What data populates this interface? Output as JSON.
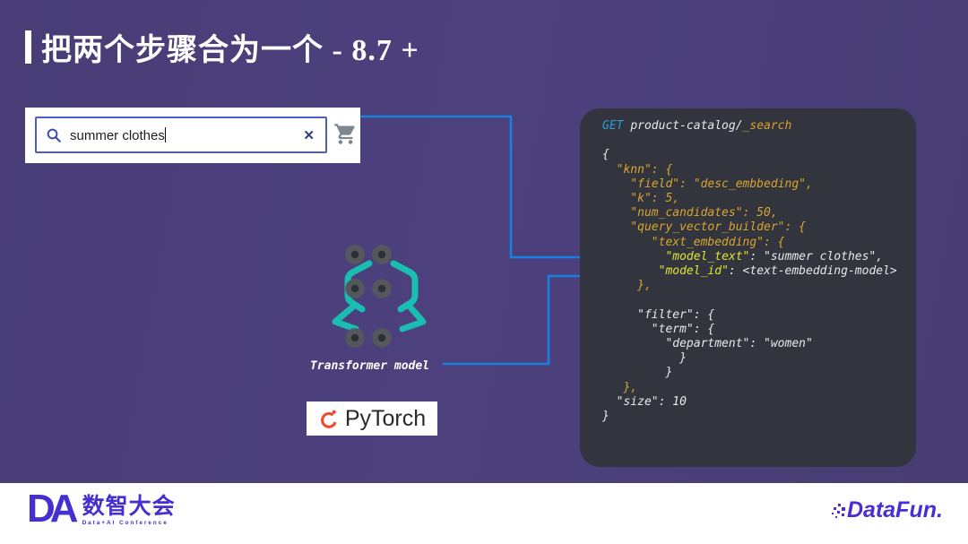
{
  "title": {
    "text": "把两个步骤合为一个 - 8.7 +"
  },
  "search": {
    "value": "summer clothes",
    "icons": {
      "left": "magnifier",
      "clear": "x",
      "right": "shopping-cart"
    }
  },
  "diagram": {
    "transformer_label": "Transformer model",
    "pytorch_label": "PyTorch"
  },
  "code": {
    "lines": [
      [
        {
          "t": "GET ",
          "c": "blue"
        },
        {
          "t": "product-catalog/",
          "c": "white"
        },
        {
          "t": "_search",
          "c": "orange"
        }
      ],
      [],
      [
        {
          "t": "{",
          "c": "white"
        }
      ],
      [
        {
          "t": "  \"knn\": {",
          "c": "gold"
        }
      ],
      [
        {
          "t": "    \"field\": \"desc_embbeding\",",
          "c": "gold"
        }
      ],
      [
        {
          "t": "    \"k\": 5,",
          "c": "gold"
        }
      ],
      [
        {
          "t": "    \"num_candidates\": 50,",
          "c": "gold"
        }
      ],
      [
        {
          "t": "    \"query_vector_builder\": {",
          "c": "gold"
        }
      ],
      [
        {
          "t": "       \"text_embedding\": {",
          "c": "gold"
        }
      ],
      [
        {
          "t": "         ",
          "c": "white"
        },
        {
          "t": "\"model_text\"",
          "c": "yellow"
        },
        {
          "t": ": \"summer clothes\",",
          "c": "white"
        }
      ],
      [
        {
          "t": "        ",
          "c": "white"
        },
        {
          "t": "\"model_id\"",
          "c": "yellow"
        },
        {
          "t": ": <text-embedding-model>",
          "c": "white"
        }
      ],
      [
        {
          "t": "     },",
          "c": "gold"
        }
      ],
      [],
      [
        {
          "t": "     \"filter\": {",
          "c": "white"
        }
      ],
      [
        {
          "t": "       \"term\": {",
          "c": "white"
        }
      ],
      [
        {
          "t": "         \"department\": \"women\"",
          "c": "white"
        }
      ],
      [
        {
          "t": "           }",
          "c": "white"
        }
      ],
      [
        {
          "t": "         }",
          "c": "white"
        }
      ],
      [
        {
          "t": "   },",
          "c": "gold"
        }
      ],
      [
        {
          "t": "  \"size\": 10",
          "c": "white"
        }
      ],
      [
        {
          "t": "}",
          "c": "white"
        }
      ]
    ]
  },
  "footer": {
    "da": "DA",
    "da_cn": "数智大会",
    "da_sub": "Data+AI Conference",
    "datafun": "DataFun."
  },
  "colors": {
    "slide_bg": "#483d75",
    "code_bg": "#32353d",
    "arrow_blue": "#1a80dd",
    "teal": "#1abdb2",
    "code_gold": "#d8a62e",
    "code_yellow": "#e0e531",
    "code_blue": "#2d9bd8",
    "logo_purple": "#4530cf",
    "pytorch_orange": "#ee4c2c",
    "search_border": "#4c5ec2"
  }
}
